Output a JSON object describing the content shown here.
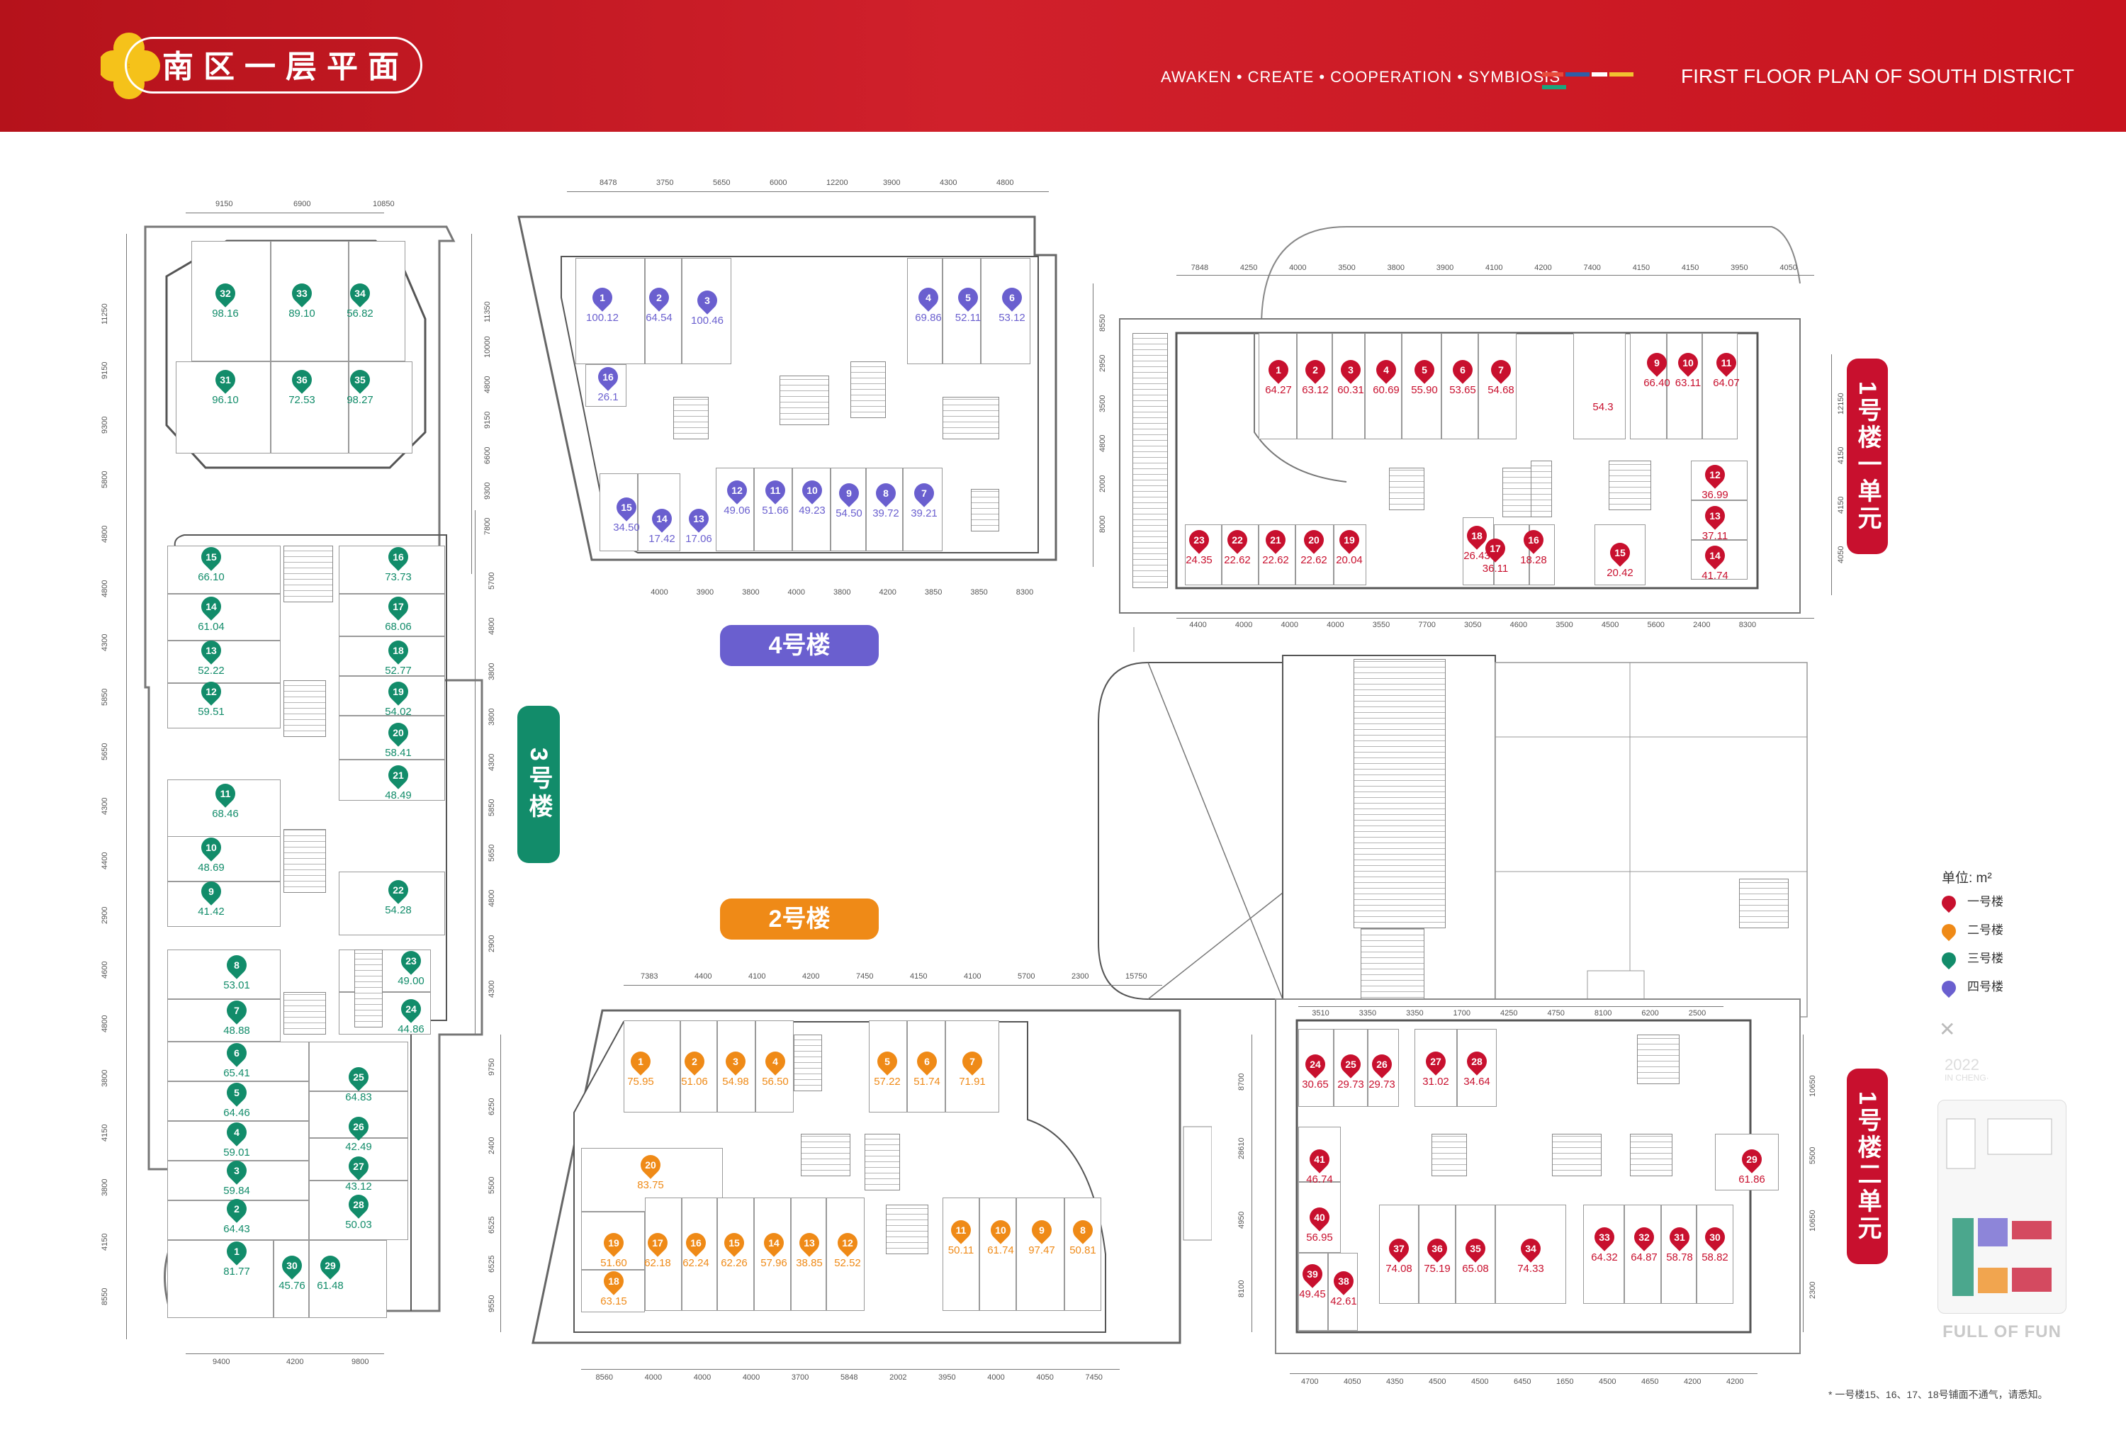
{
  "header": {
    "title": "南区一层平面",
    "tagline": "AWAKEN • CREATE • COOPERATION • SYMBIOSIS",
    "en_title": "FIRST FLOOR PLAN OF SOUTH DISTRICT",
    "band_color": "#c8141f",
    "colorbar_colors": [
      "#e84a3a",
      "#2e5ea8",
      "#f2c230",
      "#1aa67e",
      "#7a5fc9"
    ]
  },
  "building_labels": {
    "b4": "4号楼",
    "b2": "2号楼",
    "b3": "3号楼",
    "b1_u1": "1号楼一单元",
    "b1_u2": "1号楼二单元"
  },
  "colors": {
    "b1": "#c8102e",
    "b2": "#ef8a17",
    "b3": "#128c6a",
    "b4": "#6a5fcf"
  },
  "legend": {
    "title": "单位: m²",
    "items": [
      {
        "label": "一号楼",
        "color": "#c8102e"
      },
      {
        "label": "二号楼",
        "color": "#ef8a17"
      },
      {
        "label": "三号楼",
        "color": "#128c6a"
      },
      {
        "label": "四号楼",
        "color": "#6a5fcf"
      }
    ]
  },
  "key_map": {
    "year": "2022",
    "sub": "IN CHENG·",
    "caption": "FULL OF FUN",
    "compass": "✕"
  },
  "footnote": "* 一号楼15、16、17、18号铺面不通气，请悉知。",
  "dims": {
    "b3_top": [
      "9150",
      "6900",
      "10850"
    ],
    "b3_left": [
      "11250",
      "9150",
      "9300",
      "5800",
      "4800",
      "4800",
      "4300",
      "5850",
      "5650",
      "4300",
      "4400",
      "2900",
      "4600",
      "4800",
      "3800",
      "4150",
      "3800",
      "4150",
      "8550"
    ],
    "b3_right": [
      "5700",
      "4800",
      "3800",
      "3800",
      "4300",
      "5850",
      "5650",
      "4800",
      "2900",
      "4300"
    ],
    "b3_bottom": [
      "9400",
      "4200",
      "9800"
    ],
    "b4_top": [
      "8478",
      "3750",
      "5650",
      "6000",
      "12200",
      "3900",
      "4300",
      "4800"
    ],
    "b4_left": [
      "11350",
      "10000",
      "4800",
      "9150",
      "6600",
      "9300",
      "7800"
    ],
    "b4_right": [
      "8550",
      "2950",
      "3500",
      "4800",
      "2000",
      "8000"
    ],
    "b4_bottom": [
      "4000",
      "3900",
      "3800",
      "4000",
      "3800",
      "4200",
      "3850",
      "3850",
      "8300"
    ],
    "b1u1_top": [
      "7848",
      "4250",
      "4000",
      "3500",
      "3800",
      "3900",
      "4100",
      "4200",
      "7400",
      "4150",
      "4150",
      "3950",
      "4050"
    ],
    "b1u1_bottom": [
      "4400",
      "4000",
      "4000",
      "4000",
      "3550",
      "7700",
      "3050",
      "4600",
      "3500",
      "4500",
      "5600",
      "2400",
      "8300"
    ],
    "b1u1_right": [
      "12150",
      "4150",
      "4150",
      "4050"
    ],
    "b2_top": [
      "7383",
      "4400",
      "4100",
      "4200",
      "7450",
      "4150",
      "4100",
      "5700",
      "2300",
      "15750"
    ],
    "b2_left": [
      "9750",
      "6250",
      "2400",
      "5500",
      "6525",
      "6525",
      "9550"
    ],
    "b2_bottom": [
      "8560",
      "4000",
      "4000",
      "4000",
      "3700",
      "5848",
      "2002",
      "3950",
      "4000",
      "4050",
      "7450"
    ],
    "b1u2_top": [
      "3510",
      "3350",
      "3350",
      "1700",
      "4250",
      "4750",
      "8100",
      "6200",
      "2500"
    ],
    "b1u2_left": [
      "8700",
      "28610",
      "4950",
      "8100"
    ],
    "b1u2_right": [
      "10650",
      "5500",
      "10650",
      "2300"
    ],
    "b1u2_bottom": [
      "4700",
      "4050",
      "4350",
      "4500",
      "4500",
      "6450",
      "1650",
      "4500",
      "4650",
      "4200",
      "4200"
    ]
  },
  "units": {
    "b3": [
      {
        "n": "32",
        "a": "98.16"
      },
      {
        "n": "33",
        "a": "89.10"
      },
      {
        "n": "34",
        "a": "56.82"
      },
      {
        "n": "31",
        "a": "96.10"
      },
      {
        "n": "36",
        "a": "72.53"
      },
      {
        "n": "35",
        "a": "98.27"
      },
      {
        "n": "15",
        "a": "66.10"
      },
      {
        "n": "16",
        "a": "73.73"
      },
      {
        "n": "14",
        "a": "61.04"
      },
      {
        "n": "17",
        "a": "68.06"
      },
      {
        "n": "13",
        "a": "52.22"
      },
      {
        "n": "18",
        "a": "52.77"
      },
      {
        "n": "12",
        "a": "59.51"
      },
      {
        "n": "19",
        "a": "54.02"
      },
      {
        "n": "20",
        "a": "58.41"
      },
      {
        "n": "21",
        "a": "48.49"
      },
      {
        "n": "11",
        "a": "68.46"
      },
      {
        "n": "10",
        "a": "48.69"
      },
      {
        "n": "9",
        "a": "41.42"
      },
      {
        "n": "22",
        "a": "54.28"
      },
      {
        "n": "8",
        "a": "53.01"
      },
      {
        "n": "23",
        "a": "49.00"
      },
      {
        "n": "7",
        "a": "48.88"
      },
      {
        "n": "24",
        "a": "44.86"
      },
      {
        "n": "6",
        "a": "65.41"
      },
      {
        "n": "25",
        "a": "64.83"
      },
      {
        "n": "5",
        "a": "64.46"
      },
      {
        "n": "4",
        "a": "59.01"
      },
      {
        "n": "26",
        "a": "42.49"
      },
      {
        "n": "3",
        "a": "59.84"
      },
      {
        "n": "27",
        "a": "43.12"
      },
      {
        "n": "2",
        "a": "64.43"
      },
      {
        "n": "28",
        "a": "50.03"
      },
      {
        "n": "1",
        "a": "81.77"
      },
      {
        "n": "30",
        "a": "45.76"
      },
      {
        "n": "29",
        "a": "61.48"
      }
    ],
    "b4": [
      {
        "n": "1",
        "a": "100.12"
      },
      {
        "n": "2",
        "a": "64.54"
      },
      {
        "n": "3",
        "a": "100.46"
      },
      {
        "n": "4",
        "a": "69.86"
      },
      {
        "n": "5",
        "a": "52.11"
      },
      {
        "n": "6",
        "a": "53.12"
      },
      {
        "n": "16",
        "a": "26.1"
      },
      {
        "n": "15",
        "a": "34.50"
      },
      {
        "n": "14",
        "a": "17.42"
      },
      {
        "n": "13",
        "a": "17.06"
      },
      {
        "n": "12",
        "a": "49.06"
      },
      {
        "n": "11",
        "a": "51.66"
      },
      {
        "n": "10",
        "a": "49.23"
      },
      {
        "n": "9",
        "a": "54.50"
      },
      {
        "n": "8",
        "a": "39.72"
      },
      {
        "n": "7",
        "a": "39.21"
      }
    ],
    "b1u1": [
      {
        "n": "1",
        "a": "64.27"
      },
      {
        "n": "2",
        "a": "63.12"
      },
      {
        "n": "3",
        "a": "60.31"
      },
      {
        "n": "4",
        "a": "60.69"
      },
      {
        "n": "5",
        "a": "55.90"
      },
      {
        "n": "6",
        "a": "53.65"
      },
      {
        "n": "7",
        "a": "54.68"
      },
      {
        "n": "",
        "a": "54.3"
      },
      {
        "n": "9",
        "a": "66.40"
      },
      {
        "n": "10",
        "a": "63.11"
      },
      {
        "n": "11",
        "a": "64.07"
      },
      {
        "n": "12",
        "a": "36.99"
      },
      {
        "n": "13",
        "a": "37.11"
      },
      {
        "n": "14",
        "a": "41.74"
      },
      {
        "n": "23",
        "a": "24.35"
      },
      {
        "n": "22",
        "a": "22.62"
      },
      {
        "n": "21",
        "a": "22.62"
      },
      {
        "n": "20",
        "a": "22.62"
      },
      {
        "n": "19",
        "a": "20.04"
      },
      {
        "n": "18",
        "a": "26.43"
      },
      {
        "n": "17",
        "a": "36.11"
      },
      {
        "n": "16",
        "a": "18.28"
      },
      {
        "n": "15",
        "a": "20.42"
      }
    ],
    "b2": [
      {
        "n": "1",
        "a": "75.95"
      },
      {
        "n": "2",
        "a": "51.06"
      },
      {
        "n": "3",
        "a": "54.98"
      },
      {
        "n": "4",
        "a": "56.50"
      },
      {
        "n": "5",
        "a": "57.22"
      },
      {
        "n": "6",
        "a": "51.74"
      },
      {
        "n": "7",
        "a": "71.91"
      },
      {
        "n": "20",
        "a": "83.75"
      },
      {
        "n": "19",
        "a": "51.60"
      },
      {
        "n": "17",
        "a": "62.18"
      },
      {
        "n": "16",
        "a": "62.24"
      },
      {
        "n": "15",
        "a": "62.26"
      },
      {
        "n": "14",
        "a": "57.96"
      },
      {
        "n": "13",
        "a": "38.85"
      },
      {
        "n": "12",
        "a": "52.52"
      },
      {
        "n": "11",
        "a": "50.11"
      },
      {
        "n": "10",
        "a": "61.74"
      },
      {
        "n": "9",
        "a": "97.47"
      },
      {
        "n": "8",
        "a": "50.81"
      },
      {
        "n": "18",
        "a": "63.15"
      }
    ],
    "b1u2": [
      {
        "n": "24",
        "a": "30.65"
      },
      {
        "n": "25",
        "a": "29.73"
      },
      {
        "n": "26",
        "a": "29.73"
      },
      {
        "n": "27",
        "a": "31.02"
      },
      {
        "n": "28",
        "a": "34.64"
      },
      {
        "n": "41",
        "a": "46.74"
      },
      {
        "n": "29",
        "a": "61.86"
      },
      {
        "n": "40",
        "a": "56.95"
      },
      {
        "n": "37",
        "a": "74.08"
      },
      {
        "n": "36",
        "a": "75.19"
      },
      {
        "n": "35",
        "a": "65.08"
      },
      {
        "n": "34",
        "a": "74.33"
      },
      {
        "n": "33",
        "a": "64.32"
      },
      {
        "n": "32",
        "a": "64.87"
      },
      {
        "n": "31",
        "a": "58.78"
      },
      {
        "n": "30",
        "a": "58.82"
      },
      {
        "n": "39",
        "a": "49.45"
      },
      {
        "n": "38",
        "a": "42.61"
      }
    ]
  }
}
